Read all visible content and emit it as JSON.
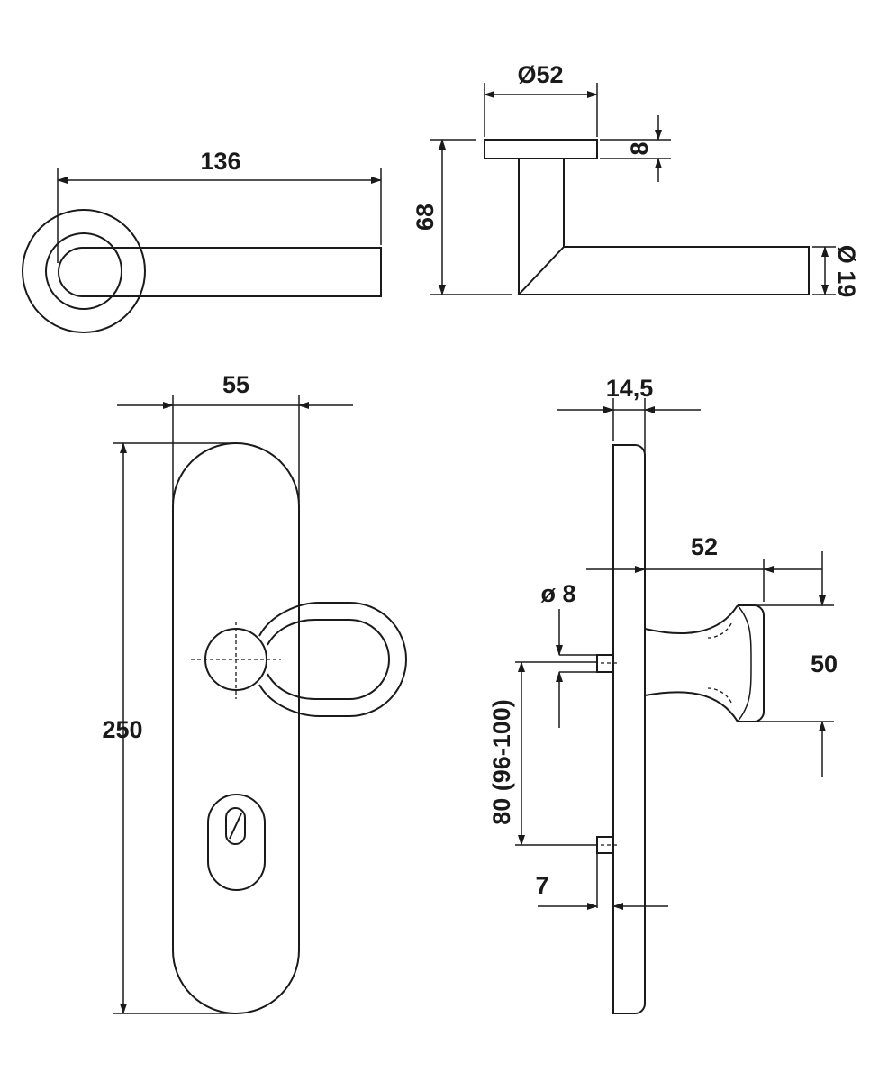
{
  "dimensions": {
    "lever_length": "136",
    "rose_diameter": "Ø52",
    "rose_thickness": "8",
    "lever_height": "68",
    "lever_diameter": "Ø 19",
    "plate_width": "55",
    "plate_height": "250",
    "plate_thickness": "14,5",
    "knob_projection": "52",
    "pin_diameter": "ø 8",
    "knob_diameter": "50",
    "spindle_distance": "80 (96-100)",
    "pin_length": "7"
  }
}
